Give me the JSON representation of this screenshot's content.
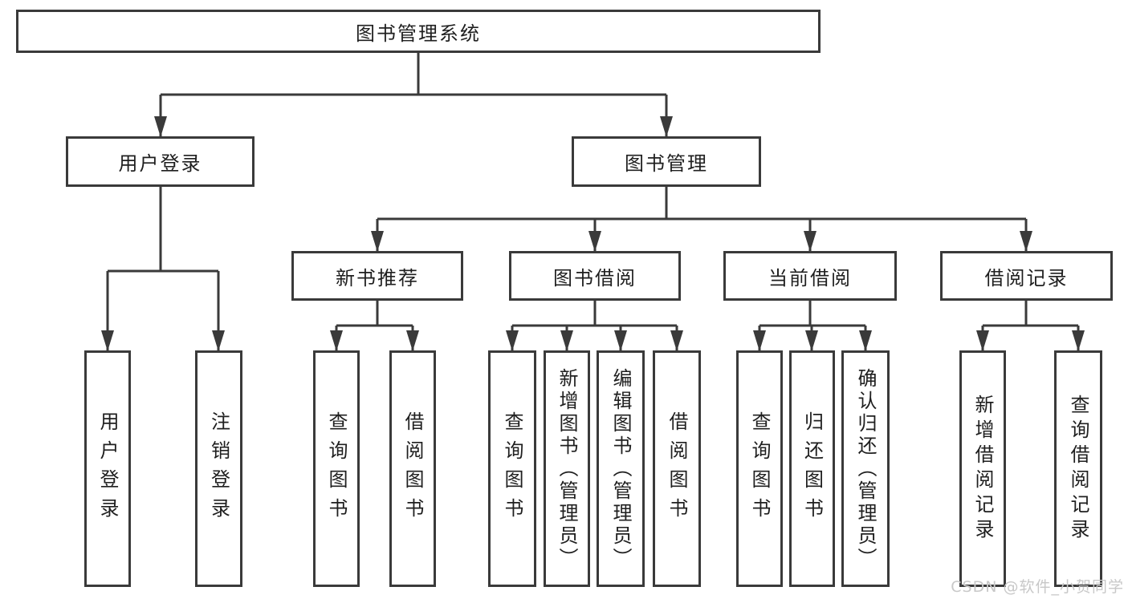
{
  "diagram": {
    "type": "hierarchy-chart",
    "root": {
      "label": "图书管理系统",
      "children": [
        {
          "label": "用户登录",
          "children": [
            {
              "label": "用户登录"
            },
            {
              "label": "注销登录"
            }
          ]
        },
        {
          "label": "图书管理",
          "children": [
            {
              "label": "新书推荐",
              "children": [
                {
                  "label": "查询图书"
                },
                {
                  "label": "借阅图书"
                }
              ]
            },
            {
              "label": "图书借阅",
              "children": [
                {
                  "label": "查询图书"
                },
                {
                  "label": "新增图书（管理员）"
                },
                {
                  "label": "编辑图书（管理员）"
                },
                {
                  "label": "借阅图书"
                }
              ]
            },
            {
              "label": "当前借阅",
              "children": [
                {
                  "label": "查询图书"
                },
                {
                  "label": "归还图书"
                },
                {
                  "label": "确认归还（管理员）"
                }
              ]
            },
            {
              "label": "借阅记录",
              "children": [
                {
                  "label": "新增借阅记录"
                },
                {
                  "label": "查询借阅记录"
                }
              ]
            }
          ]
        }
      ]
    }
  },
  "watermark": {
    "text": "CSDN @软件_小贺同学",
    "color": "#c8c8c8"
  },
  "colors": {
    "line": "#3a3a3a",
    "text": "#1f1f1f",
    "background": "#ffffff"
  }
}
